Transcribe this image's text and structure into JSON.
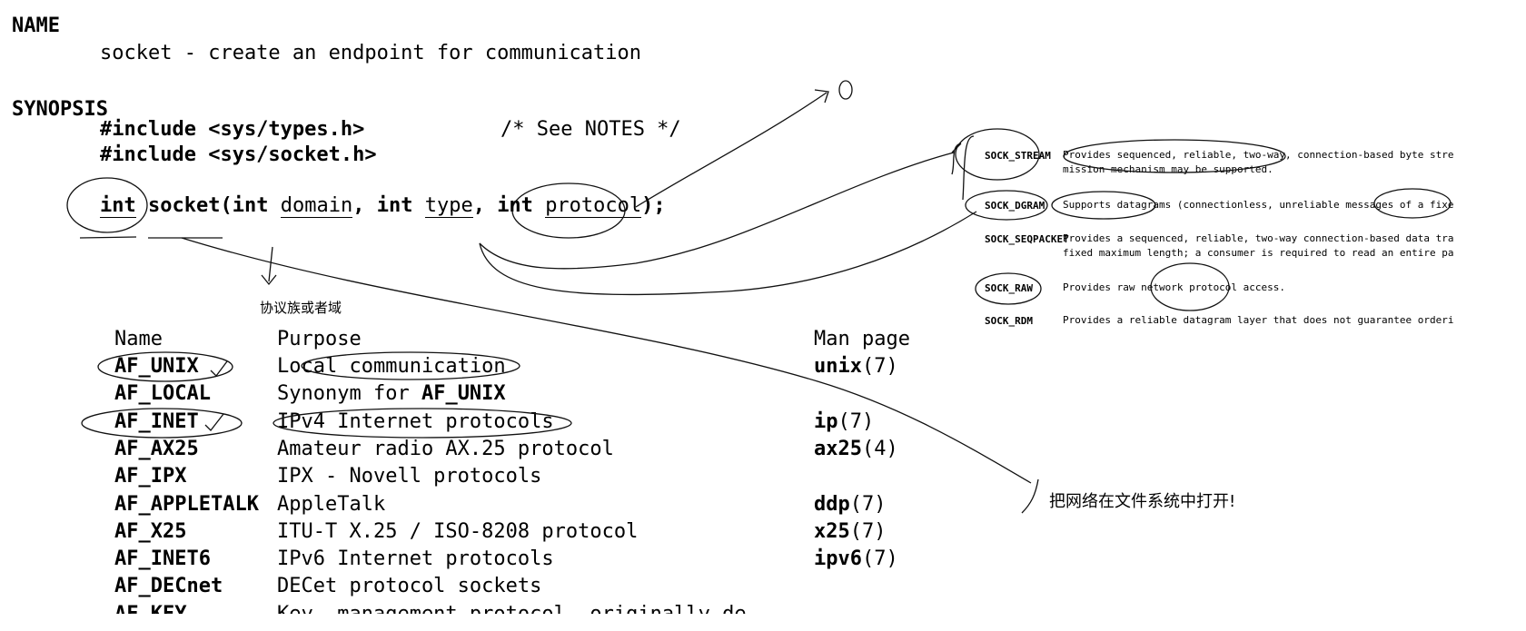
{
  "name_section": {
    "heading": "NAME",
    "description": "socket - create an endpoint for communication"
  },
  "synopsis": {
    "heading": "SYNOPSIS",
    "include1": "#include <sys/types.h>",
    "include1_comment": "/* See NOTES */",
    "include2": "#include <sys/socket.h>",
    "sig_int": "int",
    "sig_func": " socket(",
    "sig_int2": "int",
    "sig_domain": "domain",
    "sig_comma1": ", ",
    "sig_int3": "int",
    "sig_type": "type",
    "sig_comma2": ", ",
    "sig_int4": "int",
    "sig_protocol": "protocol",
    "sig_end": ");"
  },
  "annotations": {
    "domain_note": "协议族或者域",
    "file_note": "把网络在文件系统中打开!",
    "zero": "0"
  },
  "domain_table": {
    "headers": {
      "name": "Name",
      "purpose": "Purpose",
      "man": "Man page"
    },
    "rows": [
      {
        "name": "AF_UNIX",
        "purpose": "Local communication",
        "man": "unix",
        "sec": "(7)"
      },
      {
        "name": "AF_LOCAL",
        "purpose": "Synonym for ",
        "purpose_bold": "AF_UNIX",
        "man": "",
        "sec": ""
      },
      {
        "name": "AF_INET",
        "purpose": "IPv4 Internet protocols",
        "man": "ip",
        "sec": "(7)"
      },
      {
        "name": "AF_AX25",
        "purpose": "Amateur radio AX.25 protocol",
        "man": "ax25",
        "sec": "(4)"
      },
      {
        "name": "AF_IPX",
        "purpose": "IPX - Novell protocols",
        "man": "",
        "sec": ""
      },
      {
        "name": "AF_APPLETALK",
        "purpose": "AppleTalk",
        "man": "ddp",
        "sec": "(7)"
      },
      {
        "name": "AF_X25",
        "purpose": "ITU-T X.25 / ISO-8208 protocol",
        "man": "x25",
        "sec": "(7)"
      },
      {
        "name": "AF_INET6",
        "purpose": "IPv6 Internet protocols",
        "man": "ipv6",
        "sec": "(7)"
      },
      {
        "name": "AF_DECnet",
        "purpose": "DECet protocol sockets",
        "man": "",
        "sec": ""
      },
      {
        "name": "AF_KEY",
        "purpose": "Key  management protocol, originally de-",
        "man": "",
        "sec": ""
      }
    ]
  },
  "type_table": {
    "rows": [
      {
        "name": "SOCK_STREAM",
        "line1": "Provides  sequenced,  reliable, two-way, connection-based byte streams.  An out",
        "line2": "mission mechanism may be supported."
      },
      {
        "name": "SOCK_DGRAM",
        "line1": "Supports datagrams (connectionless, unreliable messages of a fixed maximum leng",
        "line2": ""
      },
      {
        "name": "SOCK_SEQPACKET",
        "line1": "Provides a sequenced, reliable, two-way connection-based data transmission path",
        "line2": "fixed maximum length; a consumer is required to read an entire packet with each"
      },
      {
        "name": "SOCK_RAW",
        "line1": "Provides raw network protocol access.",
        "line2": ""
      },
      {
        "name": "SOCK_RDM",
        "line1": "Provides a reliable datagram layer that does not guarantee ordering.",
        "line2": ""
      }
    ]
  }
}
